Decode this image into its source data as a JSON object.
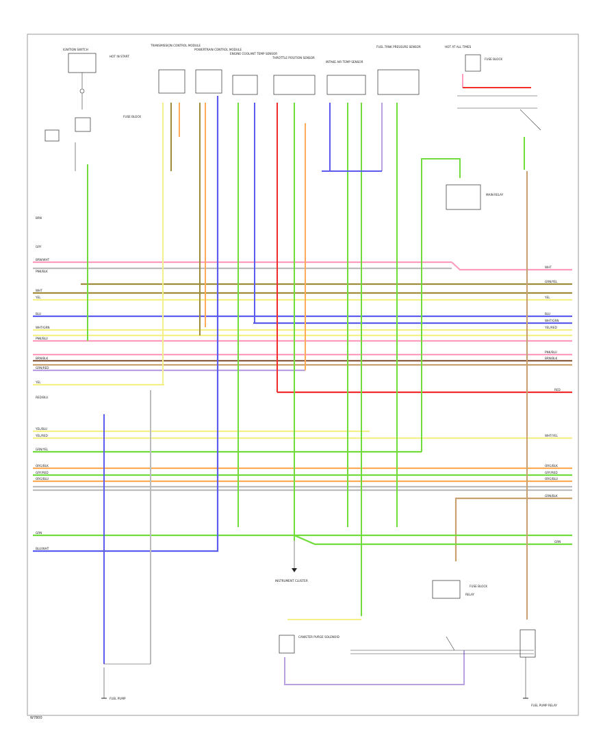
{
  "footer": {
    "code": "W7800"
  },
  "components": {
    "left_top": [
      "IGNITION SWITCH",
      "HOT IN START",
      "FUSE BLOCK"
    ],
    "top_modules": [
      "TRANSMISSION CONTROL MODULE",
      "POWERTRAIN CONTROL MODULE",
      "ENGINE COOLANT TEMP SENSOR",
      "THROTTLE POSITION SENSOR",
      "INTAKE AIR TEMP SENSOR",
      "FUEL TANK PRESSURE SENSOR"
    ],
    "right_top": [
      "HOT AT ALL TIMES",
      "FUSE BLOCK"
    ],
    "relay_right": [
      "MAIN RELAY"
    ],
    "center_bottom": [
      "INSTRUMENT CLUSTER"
    ],
    "lower_center": [
      "CANISTER PURGE SOLENOID"
    ],
    "lower_right": [
      "FUSE BLOCK",
      "RELAY"
    ],
    "bottom_left": [
      "FUEL PUMP"
    ],
    "bottom_right": [
      "FUEL PUMP RELAY"
    ]
  },
  "wire_labels": {
    "left": [
      "BRN",
      "GRY",
      "BRN/WHT",
      "PNK/BLK",
      "WHT",
      "YEL",
      "BLU",
      "WHT/GRN",
      "PNK/BLU",
      "BRN/BLK",
      "GRN/RED",
      "RED/BLU",
      "YEL",
      "YEL/BLU",
      "YEL/RED",
      "GRN/YEL",
      "ORG/BLK",
      "GRY/RED",
      "ORG/BLU",
      "GRN",
      "BLU/WHT"
    ],
    "right": [
      "WHT",
      "GRN/YEL",
      "YEL",
      "BLU",
      "WHT/GRN",
      "YEL/RED",
      "PNK/BLU",
      "BRN/BLK",
      "RED",
      "GRN",
      "WHT/YEL",
      "ORG/BLK",
      "GRY/RED",
      "ORG/BLU",
      "GRN/BLK"
    ]
  },
  "wire_colors": {
    "pink": "#ff9bbd",
    "lime": "#6fdc3a",
    "olive": "#9e8b3a",
    "yellow": "#f3f08a",
    "blue": "#5b5bf0",
    "red": "#f22a2a",
    "orange": "#ffab55",
    "tan": "#c8a06e",
    "purple": "#b9a0e0",
    "grey": "#bbbbbb",
    "darkbrown": "#8a5a3a"
  }
}
